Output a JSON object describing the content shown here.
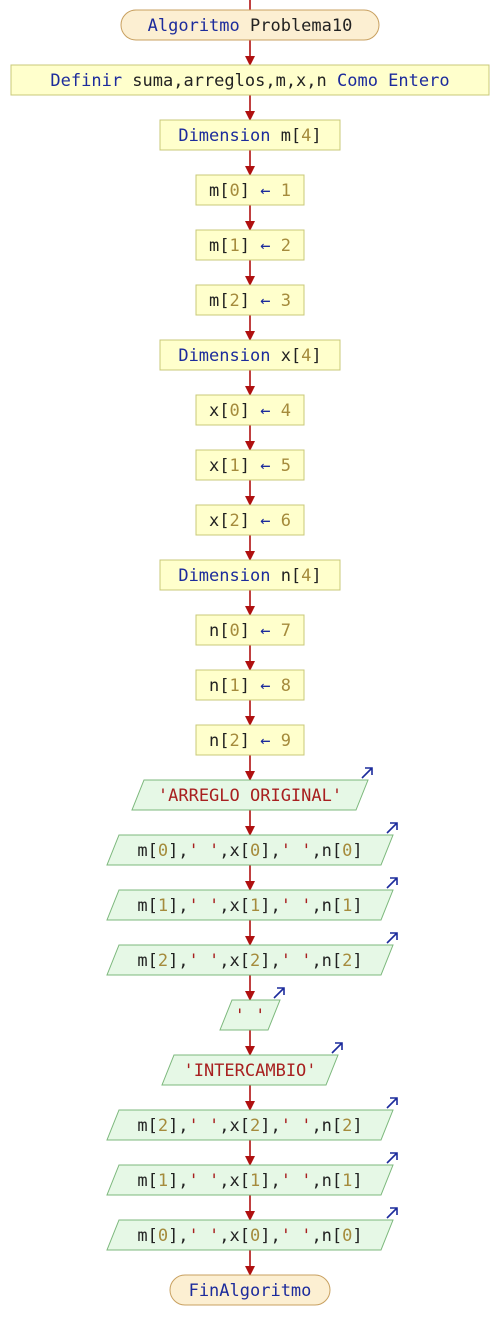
{
  "diagram": {
    "start": [
      {
        "t": "Algoritmo ",
        "c": "kw"
      },
      {
        "t": "Problema10",
        "c": "plain"
      }
    ],
    "define": [
      {
        "t": "Definir ",
        "c": "kw"
      },
      {
        "t": "suma,arreglos,m,x,n ",
        "c": "plain"
      },
      {
        "t": "Como Entero",
        "c": "kw"
      }
    ],
    "dim_m": [
      {
        "t": "Dimension ",
        "c": "kw"
      },
      {
        "t": "m[",
        "c": "plain"
      },
      {
        "t": "4",
        "c": "num"
      },
      {
        "t": "]",
        "c": "plain"
      }
    ],
    "m0": [
      {
        "t": "m[",
        "c": "plain"
      },
      {
        "t": "0",
        "c": "num"
      },
      {
        "t": "] ",
        "c": "plain"
      },
      {
        "t": "← ",
        "c": "kw"
      },
      {
        "t": "1",
        "c": "num"
      }
    ],
    "m1": [
      {
        "t": "m[",
        "c": "plain"
      },
      {
        "t": "1",
        "c": "num"
      },
      {
        "t": "] ",
        "c": "plain"
      },
      {
        "t": "← ",
        "c": "kw"
      },
      {
        "t": "2",
        "c": "num"
      }
    ],
    "m2": [
      {
        "t": "m[",
        "c": "plain"
      },
      {
        "t": "2",
        "c": "num"
      },
      {
        "t": "] ",
        "c": "plain"
      },
      {
        "t": "← ",
        "c": "kw"
      },
      {
        "t": "3",
        "c": "num"
      }
    ],
    "dim_x": [
      {
        "t": "Dimension ",
        "c": "kw"
      },
      {
        "t": "x[",
        "c": "plain"
      },
      {
        "t": "4",
        "c": "num"
      },
      {
        "t": "]",
        "c": "plain"
      }
    ],
    "x0": [
      {
        "t": "x[",
        "c": "plain"
      },
      {
        "t": "0",
        "c": "num"
      },
      {
        "t": "] ",
        "c": "plain"
      },
      {
        "t": "← ",
        "c": "kw"
      },
      {
        "t": "4",
        "c": "num"
      }
    ],
    "x1": [
      {
        "t": "x[",
        "c": "plain"
      },
      {
        "t": "1",
        "c": "num"
      },
      {
        "t": "] ",
        "c": "plain"
      },
      {
        "t": "← ",
        "c": "kw"
      },
      {
        "t": "5",
        "c": "num"
      }
    ],
    "x2": [
      {
        "t": "x[",
        "c": "plain"
      },
      {
        "t": "2",
        "c": "num"
      },
      {
        "t": "] ",
        "c": "plain"
      },
      {
        "t": "← ",
        "c": "kw"
      },
      {
        "t": "6",
        "c": "num"
      }
    ],
    "dim_n": [
      {
        "t": "Dimension ",
        "c": "kw"
      },
      {
        "t": "n[",
        "c": "plain"
      },
      {
        "t": "4",
        "c": "num"
      },
      {
        "t": "]",
        "c": "plain"
      }
    ],
    "n0": [
      {
        "t": "n[",
        "c": "plain"
      },
      {
        "t": "0",
        "c": "num"
      },
      {
        "t": "] ",
        "c": "plain"
      },
      {
        "t": "← ",
        "c": "kw"
      },
      {
        "t": "7",
        "c": "num"
      }
    ],
    "n1": [
      {
        "t": "n[",
        "c": "plain"
      },
      {
        "t": "1",
        "c": "num"
      },
      {
        "t": "] ",
        "c": "plain"
      },
      {
        "t": "← ",
        "c": "kw"
      },
      {
        "t": "8",
        "c": "num"
      }
    ],
    "n2": [
      {
        "t": "n[",
        "c": "plain"
      },
      {
        "t": "2",
        "c": "num"
      },
      {
        "t": "] ",
        "c": "plain"
      },
      {
        "t": "← ",
        "c": "kw"
      },
      {
        "t": "9",
        "c": "num"
      }
    ],
    "out_original": [
      {
        "t": "'ARREGLO ORIGINAL'",
        "c": "str"
      }
    ],
    "out_row0": [
      {
        "t": "m[",
        "c": "plain"
      },
      {
        "t": "0",
        "c": "num"
      },
      {
        "t": "],",
        "c": "plain"
      },
      {
        "t": "' '",
        "c": "str"
      },
      {
        "t": ",x[",
        "c": "plain"
      },
      {
        "t": "0",
        "c": "num"
      },
      {
        "t": "],",
        "c": "plain"
      },
      {
        "t": "' '",
        "c": "str"
      },
      {
        "t": ",n[",
        "c": "plain"
      },
      {
        "t": "0",
        "c": "num"
      },
      {
        "t": "]",
        "c": "plain"
      }
    ],
    "out_row1": [
      {
        "t": "m[",
        "c": "plain"
      },
      {
        "t": "1",
        "c": "num"
      },
      {
        "t": "],",
        "c": "plain"
      },
      {
        "t": "' '",
        "c": "str"
      },
      {
        "t": ",x[",
        "c": "plain"
      },
      {
        "t": "1",
        "c": "num"
      },
      {
        "t": "],",
        "c": "plain"
      },
      {
        "t": "' '",
        "c": "str"
      },
      {
        "t": ",n[",
        "c": "plain"
      },
      {
        "t": "1",
        "c": "num"
      },
      {
        "t": "]",
        "c": "plain"
      }
    ],
    "out_row2": [
      {
        "t": "m[",
        "c": "plain"
      },
      {
        "t": "2",
        "c": "num"
      },
      {
        "t": "],",
        "c": "plain"
      },
      {
        "t": "' '",
        "c": "str"
      },
      {
        "t": ",x[",
        "c": "plain"
      },
      {
        "t": "2",
        "c": "num"
      },
      {
        "t": "],",
        "c": "plain"
      },
      {
        "t": "' '",
        "c": "str"
      },
      {
        "t": ",n[",
        "c": "plain"
      },
      {
        "t": "2",
        "c": "num"
      },
      {
        "t": "]",
        "c": "plain"
      }
    ],
    "out_blank": [
      {
        "t": "' '",
        "c": "str"
      }
    ],
    "out_intercambio": [
      {
        "t": "'INTERCAMBIO'",
        "c": "str"
      }
    ],
    "out_swap2": [
      {
        "t": "m[",
        "c": "plain"
      },
      {
        "t": "2",
        "c": "num"
      },
      {
        "t": "],",
        "c": "plain"
      },
      {
        "t": "' '",
        "c": "str"
      },
      {
        "t": ",x[",
        "c": "plain"
      },
      {
        "t": "2",
        "c": "num"
      },
      {
        "t": "],",
        "c": "plain"
      },
      {
        "t": "' '",
        "c": "str"
      },
      {
        "t": ",n[",
        "c": "plain"
      },
      {
        "t": "2",
        "c": "num"
      },
      {
        "t": "]",
        "c": "plain"
      }
    ],
    "out_swap1": [
      {
        "t": "m[",
        "c": "plain"
      },
      {
        "t": "1",
        "c": "num"
      },
      {
        "t": "],",
        "c": "plain"
      },
      {
        "t": "' '",
        "c": "str"
      },
      {
        "t": ",x[",
        "c": "plain"
      },
      {
        "t": "1",
        "c": "num"
      },
      {
        "t": "],",
        "c": "plain"
      },
      {
        "t": "' '",
        "c": "str"
      },
      {
        "t": ",n[",
        "c": "plain"
      },
      {
        "t": "1",
        "c": "num"
      },
      {
        "t": "]",
        "c": "plain"
      }
    ],
    "out_swap0": [
      {
        "t": "m[",
        "c": "plain"
      },
      {
        "t": "0",
        "c": "num"
      },
      {
        "t": "],",
        "c": "plain"
      },
      {
        "t": "' '",
        "c": "str"
      },
      {
        "t": ",x[",
        "c": "plain"
      },
      {
        "t": "0",
        "c": "num"
      },
      {
        "t": "],",
        "c": "plain"
      },
      {
        "t": "' '",
        "c": "str"
      },
      {
        "t": ",n[",
        "c": "plain"
      },
      {
        "t": "0",
        "c": "num"
      },
      {
        "t": "]",
        "c": "plain"
      }
    ],
    "end": [
      {
        "t": "FinAlgoritmo",
        "c": "kw"
      }
    ]
  },
  "colors": {
    "process_fill": "#ffffcc",
    "process_stroke": "#c8c878",
    "io_fill": "#e6f8e6",
    "io_stroke": "#7cb87c",
    "terminal_fill": "#fcefd2",
    "terminal_stroke": "#c8a060",
    "arrow": "#b01010",
    "io_marker": "#1c2b9c"
  }
}
